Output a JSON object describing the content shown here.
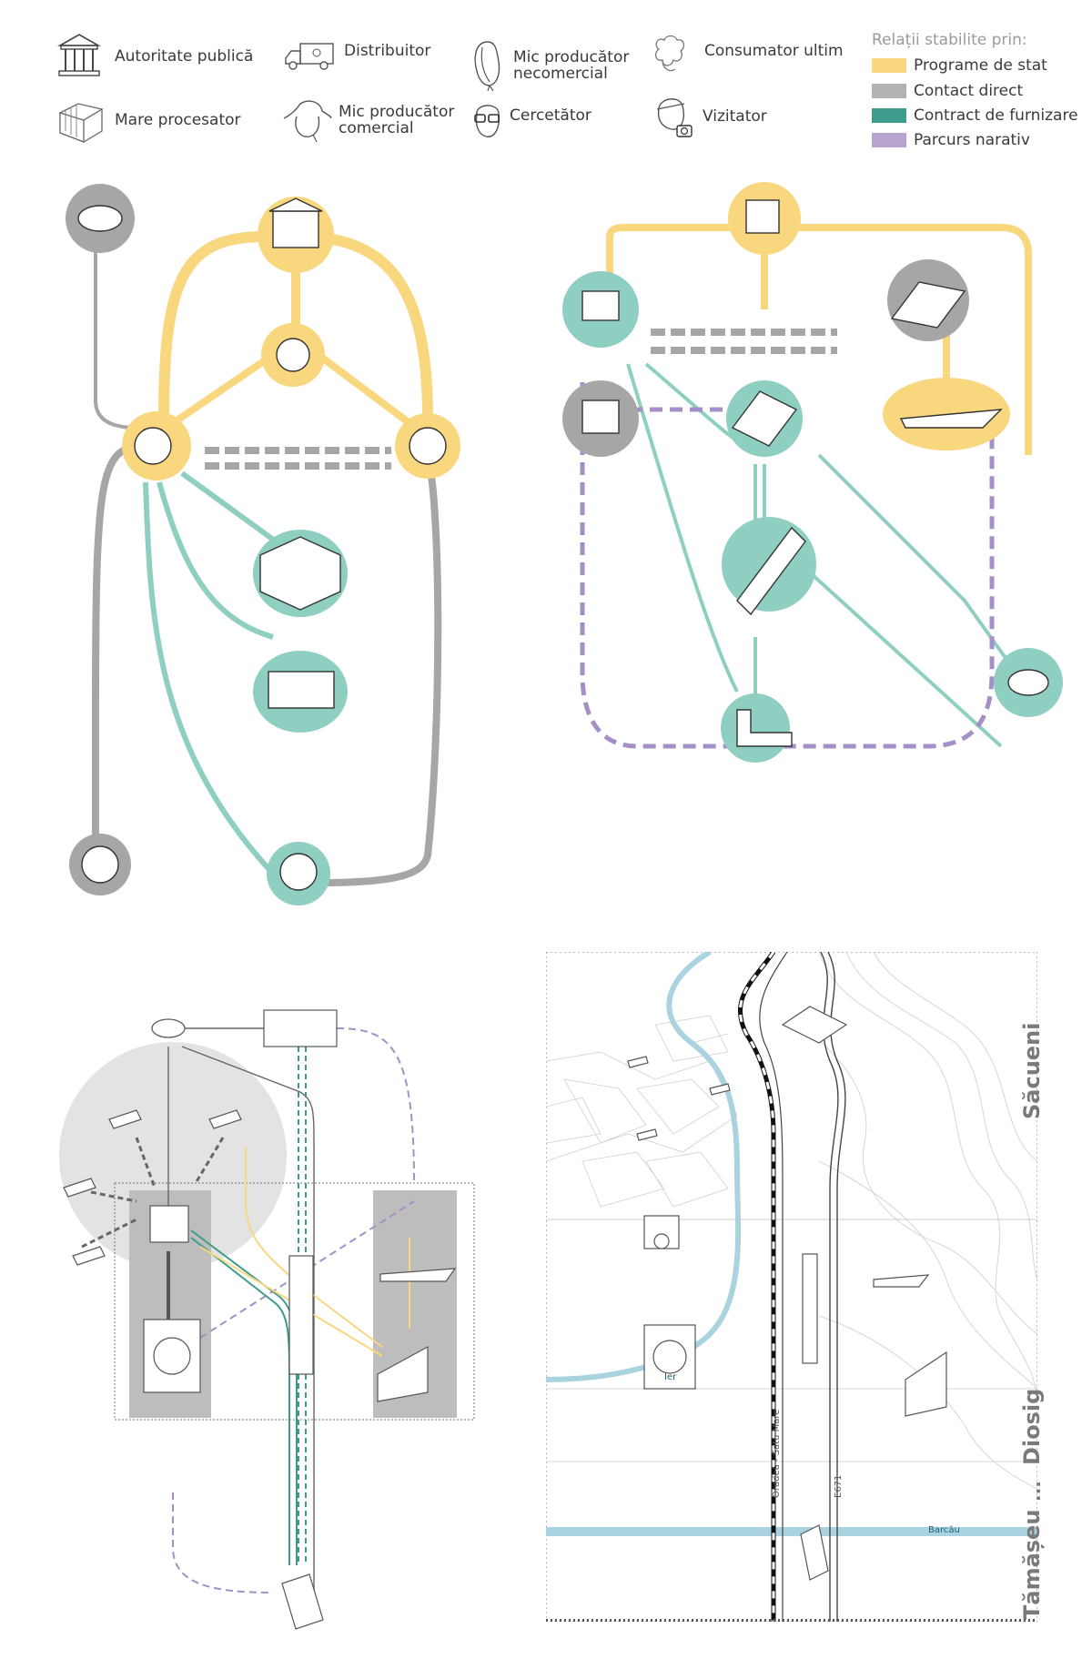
{
  "legend": {
    "actors": [
      {
        "id": "autoritate",
        "label": "Autoritate publică",
        "icon": "public-authority-icon"
      },
      {
        "id": "distribuitor",
        "label": "Distribuitor",
        "icon": "truck-icon"
      },
      {
        "id": "mic-necomercial",
        "label": "Mic producător necomercial",
        "icon": "headscarf-person-icon"
      },
      {
        "id": "consumator",
        "label": "Consumator ultim",
        "icon": "curly-person-icon"
      },
      {
        "id": "mare-procesator",
        "label": "Mare procesator",
        "icon": "factory-icon"
      },
      {
        "id": "mic-comercial",
        "label": "Mic producător comercial",
        "icon": "hat-person-icon"
      },
      {
        "id": "cercetator",
        "label": "Cercetător",
        "icon": "glasses-person-icon"
      },
      {
        "id": "vizitator",
        "label": "Vizitator",
        "icon": "camera-person-icon"
      }
    ],
    "relations_title": "Relații stabilite prin:",
    "relations": [
      {
        "label": "Programe de stat",
        "color": "#f9d77e"
      },
      {
        "label": "Contact direct",
        "color": "#b3b3b3"
      },
      {
        "label": "Contract de furnizare",
        "color": "#3e9c8c"
      },
      {
        "label": "Parcurs narativ",
        "color": "#b9a4d1"
      }
    ]
  },
  "colors": {
    "yellow": "#f9d77e",
    "grey": "#a6a6a6",
    "teal": "#8fcfc1",
    "teal_dark": "#3e9c8c",
    "purple": "#a58fc8",
    "river": "#a9d3de"
  },
  "map": {
    "place_labels": [
      "Săcueni",
      "Diosig",
      "...",
      "Tămășeu"
    ],
    "road_labels": [
      "Oradea - Satu Mare",
      "E671"
    ],
    "river_labels": [
      "Ier",
      "Barcău"
    ]
  }
}
